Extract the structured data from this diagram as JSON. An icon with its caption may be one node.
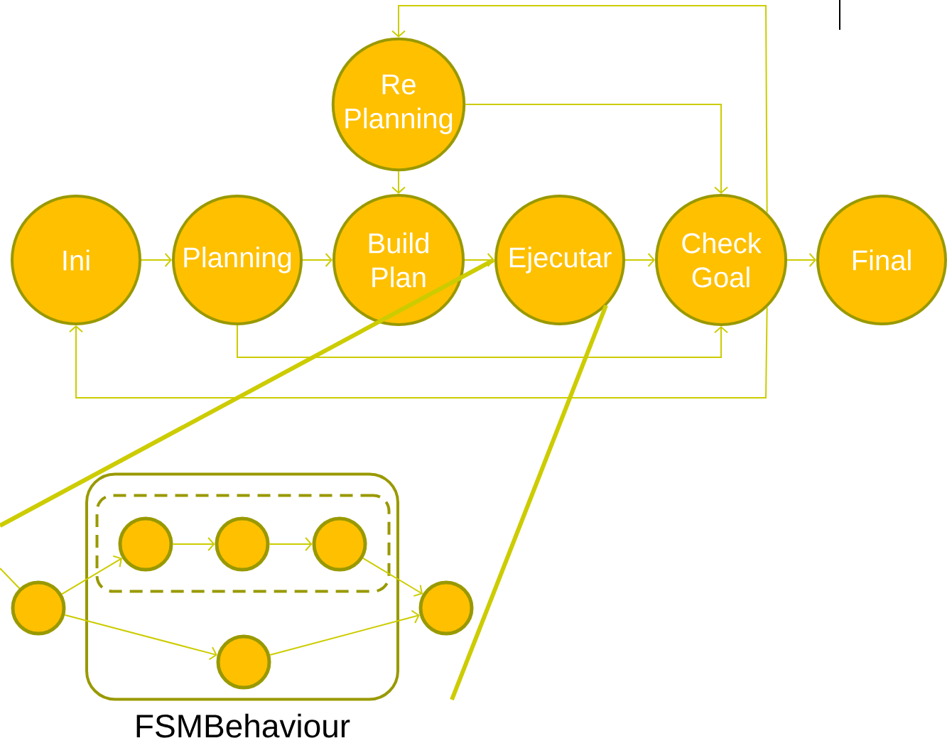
{
  "diagram": {
    "nodes": [
      {
        "text": [
          "Re Planning"
        ]
      },
      {
        "text": [
          "Ini"
        ]
      },
      {
        "text": [
          "Planning"
        ]
      },
      {
        "text": [
          "Build Plan"
        ]
      },
      {
        "text": [
          "Ejecutar"
        ]
      },
      {
        "text": [
          "Check Goal"
        ]
      },
      {
        "text": [
          "Final"
        ]
      },
      {
        "text": [
          "FSMBehaviour"
        ]
      },
      {
        "text": [],
        "shape": "box",
        "in": 7
      },
      {
        "text": [],
        "shape": "circle"
      },
      {
        "text": [],
        "shape": "circle",
        "in": 8
      },
      {
        "text": [],
        "shape": "circle",
        "in": 8
      },
      {
        "text": [],
        "shape": "circle",
        "in": 8
      },
      {
        "text": [],
        "shape": "circle",
        "in": 7
      },
      {
        "text": [],
        "shape": "circle"
      }
    ],
    "edges": [
      {
        "from": 1,
        "to": 2,
        "arrow": "to"
      },
      {
        "from": 2,
        "to": 3,
        "arrow": "to"
      },
      {
        "from": 3,
        "to": 4,
        "arrow": "to"
      },
      {
        "from": 4,
        "to": 5,
        "arrow": "to"
      },
      {
        "from": 5,
        "to": 6,
        "arrow": "to"
      },
      {
        "from": 0,
        "to": 3,
        "arrow": "to"
      },
      {
        "from": 0,
        "to": 5,
        "arrow": "to"
      },
      {
        "from": 5,
        "to": 0,
        "arrow": "to"
      },
      {
        "from": 5,
        "to": 1,
        "arrow": "to"
      },
      {
        "from": 2,
        "to": 5,
        "arrow": "to"
      },
      {
        "from": null,
        "to": 9,
        "arrow": "none"
      },
      {
        "from": 9,
        "to": 10,
        "arrow": "to"
      },
      {
        "from": 10,
        "to": 11,
        "arrow": "to"
      },
      {
        "from": 11,
        "to": 12,
        "arrow": "to"
      },
      {
        "from": 12,
        "to": 14,
        "arrow": "to"
      },
      {
        "from": 9,
        "to": 13,
        "arrow": "to"
      },
      {
        "from": 13,
        "to": 14,
        "arrow": "to"
      }
    ]
  }
}
